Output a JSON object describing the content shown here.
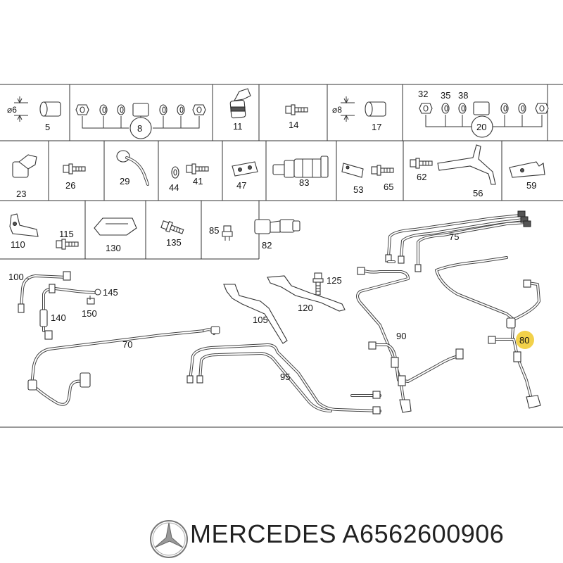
{
  "diagram": {
    "grid_row1": [
      {
        "dim": "⌀6",
        "label": "5"
      },
      {
        "label": "8"
      },
      {
        "label": "11"
      },
      {
        "label": "14"
      },
      {
        "dim": "⌀8",
        "label": "17"
      },
      {
        "sublabels": [
          "32",
          "35",
          "38"
        ],
        "label": "20"
      }
    ],
    "grid_row2": [
      "23",
      "26",
      "29",
      "44",
      "41",
      "47",
      "83",
      "53",
      "65",
      "62",
      "56",
      "59"
    ],
    "grid_row3": [
      "110",
      "115",
      "130",
      "135",
      "85",
      "82"
    ],
    "callouts": [
      "100",
      "145",
      "150",
      "140",
      "70",
      "125",
      "105",
      "120",
      "75",
      "90",
      "95",
      "80"
    ],
    "highlight_label": "80",
    "highlight_color": "#f2d14a"
  },
  "footer": {
    "brand": "MERCEDES",
    "part_number": "A6562600906"
  }
}
